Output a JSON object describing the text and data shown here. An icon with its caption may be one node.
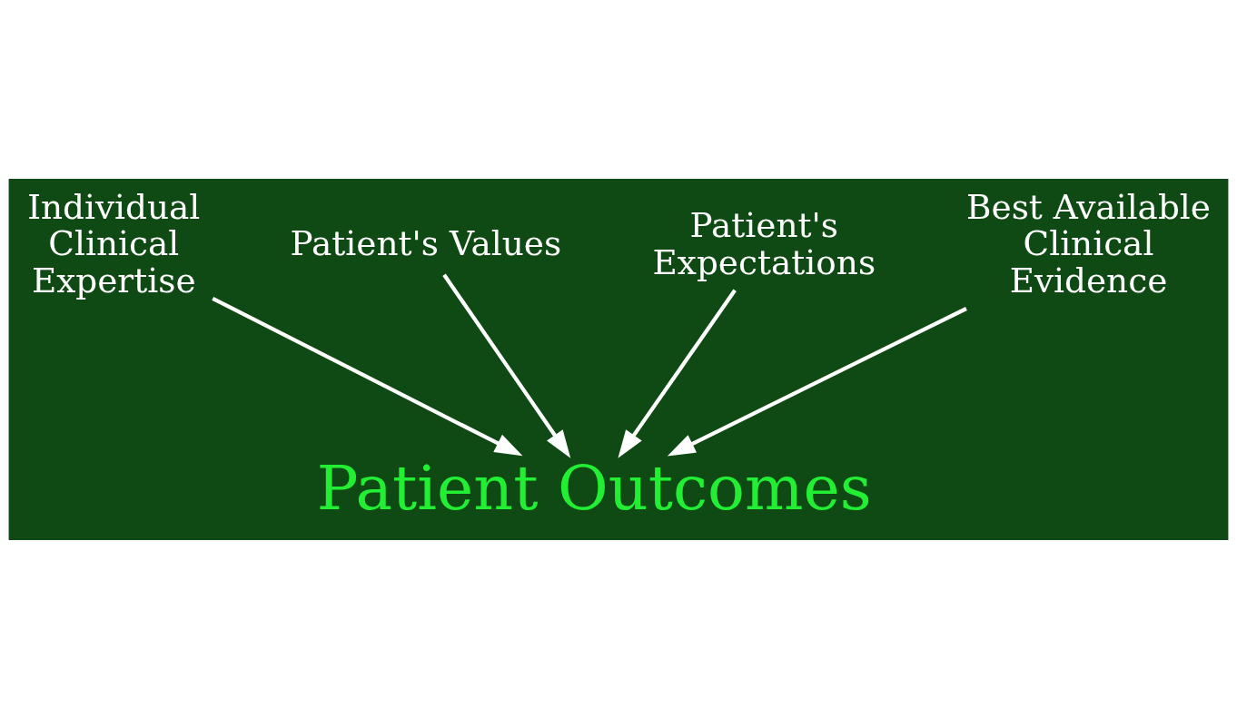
{
  "diagram": {
    "nodes": [
      {
        "text": [
          "Individual Clinical Expertise"
        ]
      },
      {
        "text": [
          "Patient's Values"
        ]
      },
      {
        "text": [
          "Patient's Expectations"
        ]
      },
      {
        "text": [
          "Best Available Clinical Evidence"
        ]
      },
      {
        "text": [
          "Patient Outcomes"
        ]
      }
    ],
    "edges": [
      {
        "from": 0,
        "to": 4,
        "arrow": "to"
      },
      {
        "from": 1,
        "to": 4,
        "arrow": "to"
      },
      {
        "from": 2,
        "to": 4,
        "arrow": "to"
      },
      {
        "from": 3,
        "to": 4,
        "arrow": "to"
      }
    ]
  }
}
